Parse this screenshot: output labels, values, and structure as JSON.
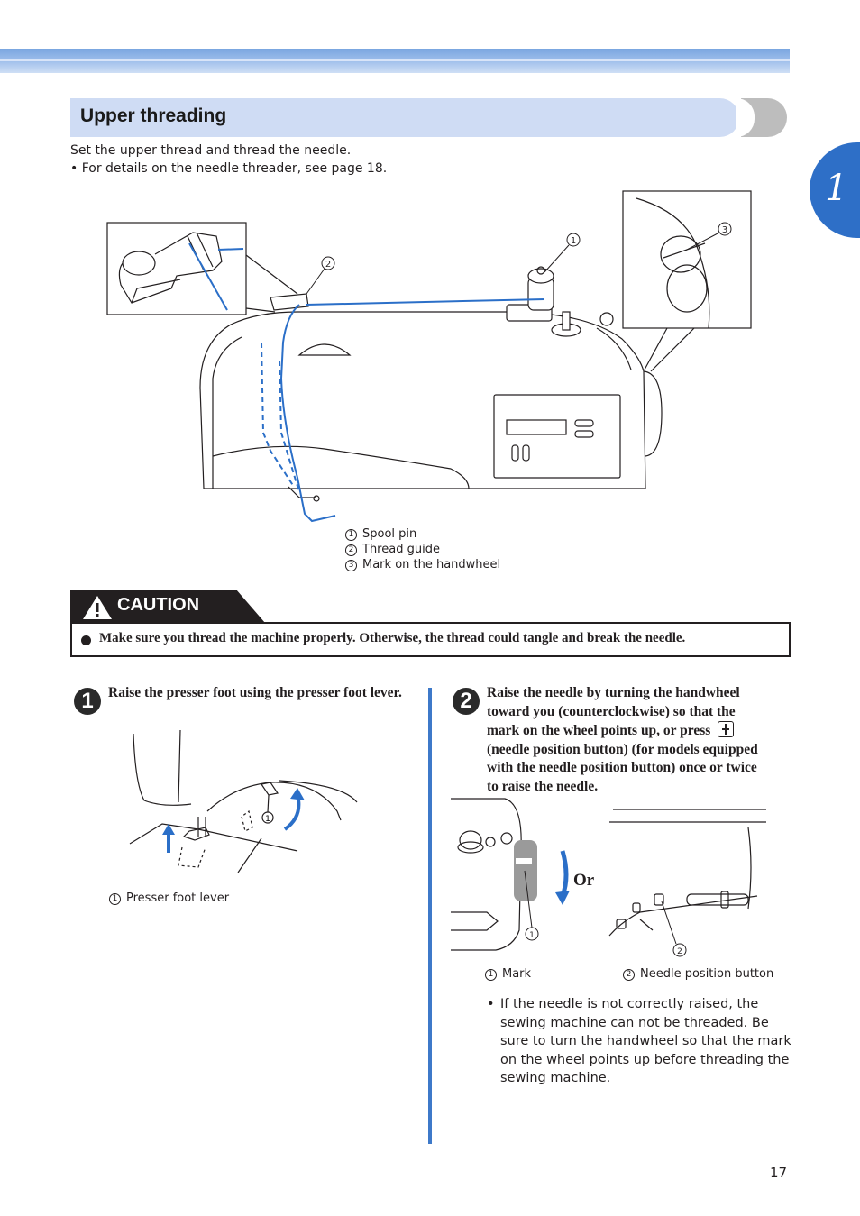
{
  "section": {
    "title": "Upper threading"
  },
  "chapter": {
    "number": "1"
  },
  "intro": {
    "line1": "Set the upper thread and thread the needle.",
    "line2": "• For details on the needle threader, see page 18."
  },
  "figure_main": {
    "callouts": [
      {
        "num": "1",
        "label": "Spool pin"
      },
      {
        "num": "2",
        "label": "Thread guide"
      },
      {
        "num": "3",
        "label": "Mark on the handwheel"
      }
    ]
  },
  "caution": {
    "label": "CAUTION",
    "text": "Make sure you thread the machine properly. Otherwise, the thread could tangle and break the needle."
  },
  "steps": [
    {
      "num": "1",
      "text": "Raise the presser foot using the presser foot lever.",
      "callouts": [
        {
          "num": "1",
          "label": "Presser foot lever"
        }
      ]
    },
    {
      "num": "2",
      "text_line1": "Raise the needle by turning the handwheel",
      "text_line2": "toward you (counterclockwise) so that the",
      "text_line3a": "mark on the wheel points up, or press",
      "text_line4": "(needle position button) (for models equipped",
      "text_line5": "with the needle position button) once or twice",
      "text_line6": "to raise the needle.",
      "or_label": "Or",
      "callouts": [
        {
          "num": "1",
          "label": "Mark"
        },
        {
          "num": "2",
          "label": "Needle position button"
        }
      ],
      "note_lines": [
        "If the needle is not correctly raised, the",
        "sewing machine can not be threaded. Be",
        "sure to turn the handwheel so that the mark",
        "on the wheel points up before threading the",
        "sewing machine."
      ]
    }
  ],
  "page": {
    "number": "17"
  },
  "colors": {
    "accent": "#2e6fc7",
    "thread": "#2b6fc8",
    "section_bg": "#cfdcf4"
  }
}
